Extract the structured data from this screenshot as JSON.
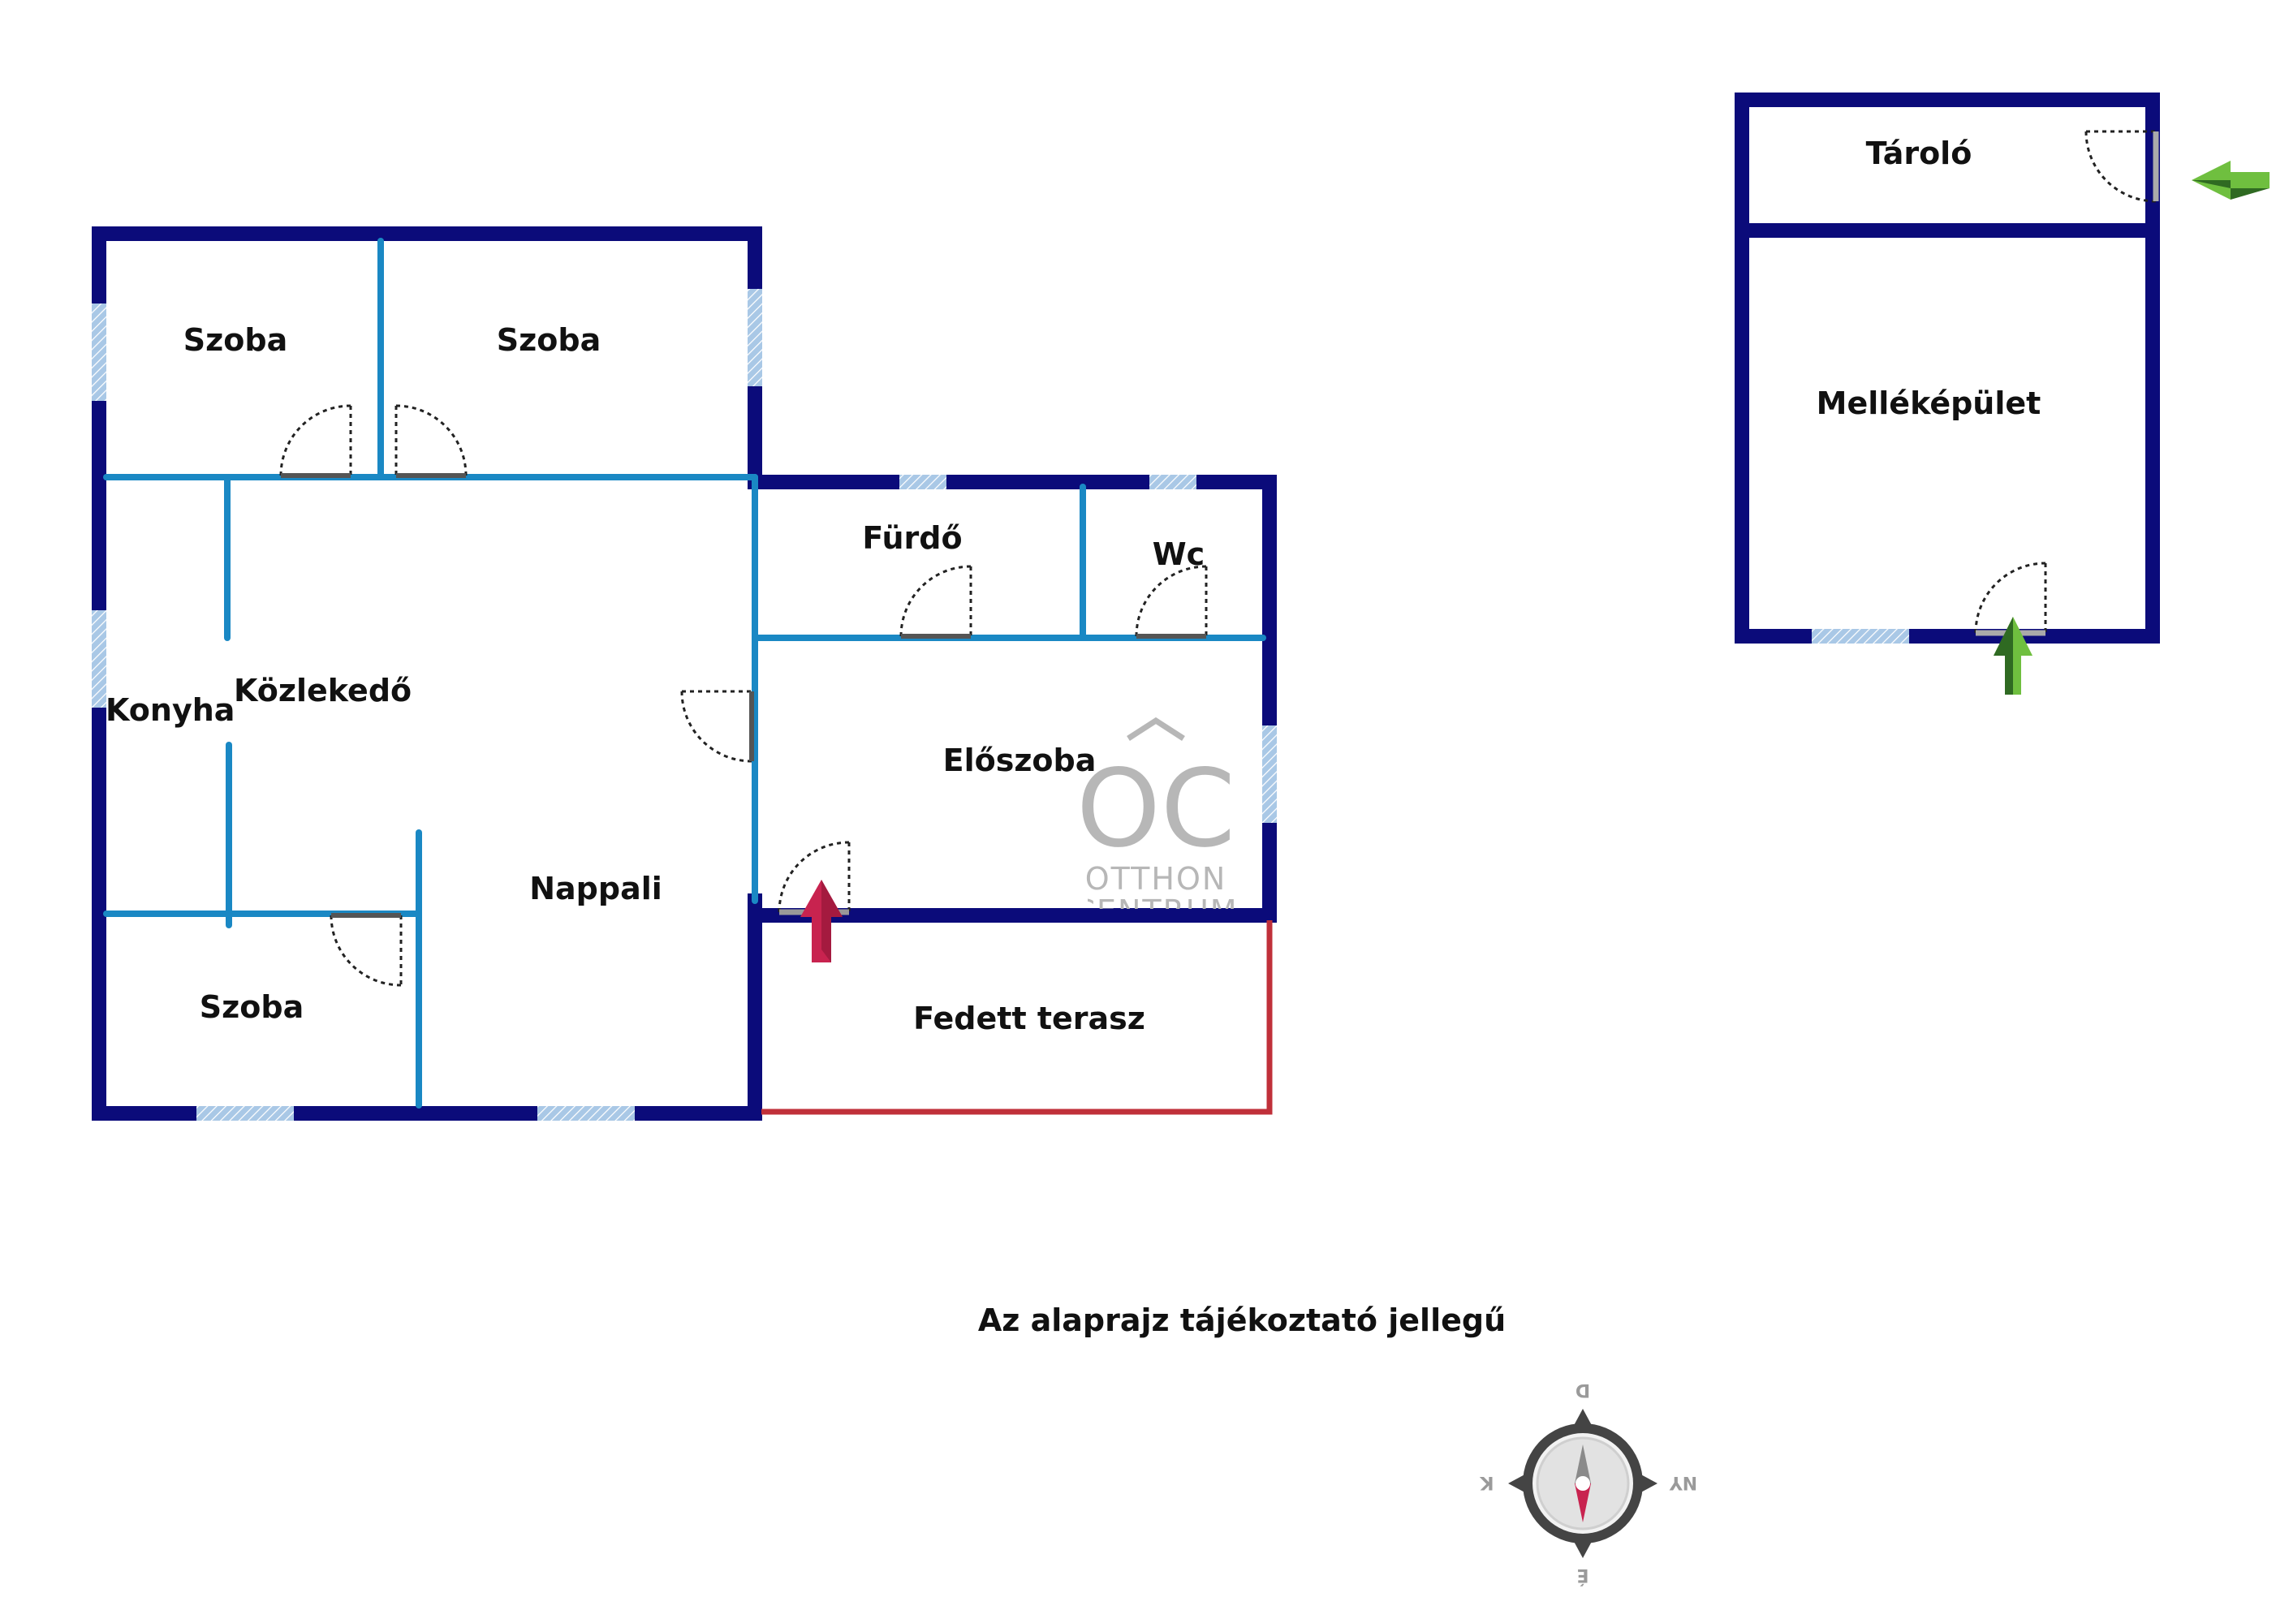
{
  "colors": {
    "outer_wall": "#0b0b7a",
    "inner_wall": "#1a88c4",
    "terrace_edge": "#c0303a",
    "window": "#a9c8e6",
    "door_line": "#222222",
    "entry_arrow_main": "#c8234f",
    "entry_arrow_shed": "#6fbf3f",
    "logo": "#b7b7b7"
  },
  "rooms": {
    "szoba_1": "Szoba",
    "szoba_2": "Szoba",
    "szoba_3": "Szoba",
    "konyha": "Konyha",
    "kozlekedo": "Közlekedő",
    "nappali": "Nappali",
    "furdo": "Fürdő",
    "wc": "Wc",
    "eloszoba": "Előszoba",
    "fedett_terasz": "Fedett terasz",
    "tarolo": "Tároló",
    "mellekepulet": "Melléképület"
  },
  "note": "Az alaprajz tájékoztató jellegű",
  "logo": {
    "mark": "OC",
    "line1": "OTTHON",
    "line2": "CENTRUM"
  },
  "compass": {
    "top": "D",
    "left": "K",
    "right": "NY",
    "bottom": "É"
  },
  "icons": {
    "entry": "entry-arrow-icon",
    "compass": "compass-icon",
    "logo": "otthon-centrum-logo-icon"
  }
}
